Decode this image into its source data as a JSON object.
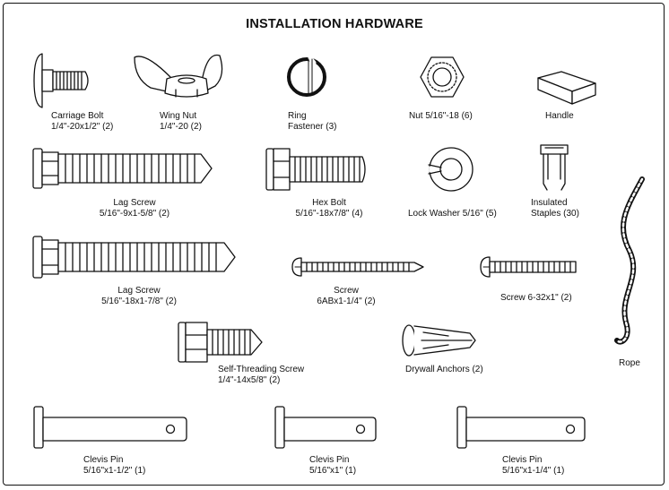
{
  "title": "INSTALLATION HARDWARE",
  "items": {
    "carriage_bolt": {
      "name": "Carriage Bolt",
      "spec": "1/4\"-20x1/2\" (2)"
    },
    "wing_nut": {
      "name": "Wing Nut",
      "spec": "1/4\"-20 (2)"
    },
    "ring_fastener": {
      "name": "Ring",
      "spec": "Fastener (3)"
    },
    "nut": {
      "name": "Nut  5/16\"-18 (6)"
    },
    "handle": {
      "name": "Handle"
    },
    "lag_screw_short": {
      "name": "Lag Screw",
      "spec": "5/16\"-9x1-5/8\" (2)"
    },
    "hex_bolt": {
      "name": "Hex Bolt",
      "spec": "5/16\"-18x7/8\" (4)"
    },
    "lock_washer": {
      "name": "Lock Washer  5/16\" (5)"
    },
    "insulated_staples": {
      "name": "Insulated",
      "spec": "Staples (30)"
    },
    "lag_screw_long": {
      "name": "Lag Screw",
      "spec": "5/16\"-18x1-7/8\" (2)"
    },
    "screw_6ab": {
      "name": "Screw",
      "spec": "6ABx1-1/4\" (2)"
    },
    "screw_632": {
      "name": "Screw 6-32x1\" (2)"
    },
    "self_threading_screw": {
      "name": "Self-Threading Screw",
      "spec": "1/4\"-14x5/8\" (2)"
    },
    "drywall_anchors": {
      "name": "Drywall Anchors (2)"
    },
    "rope": {
      "name": "Rope"
    },
    "clevis_pin_long": {
      "name": "Clevis Pin",
      "spec": "5/16\"x1-1/2\" (1)"
    },
    "clevis_pin_short": {
      "name": "Clevis Pin",
      "spec": "5/16\"x1\" (1)"
    },
    "clevis_pin_medium": {
      "name": "Clevis Pin",
      "spec": "5/16\"x1-1/4\" (1)"
    }
  }
}
